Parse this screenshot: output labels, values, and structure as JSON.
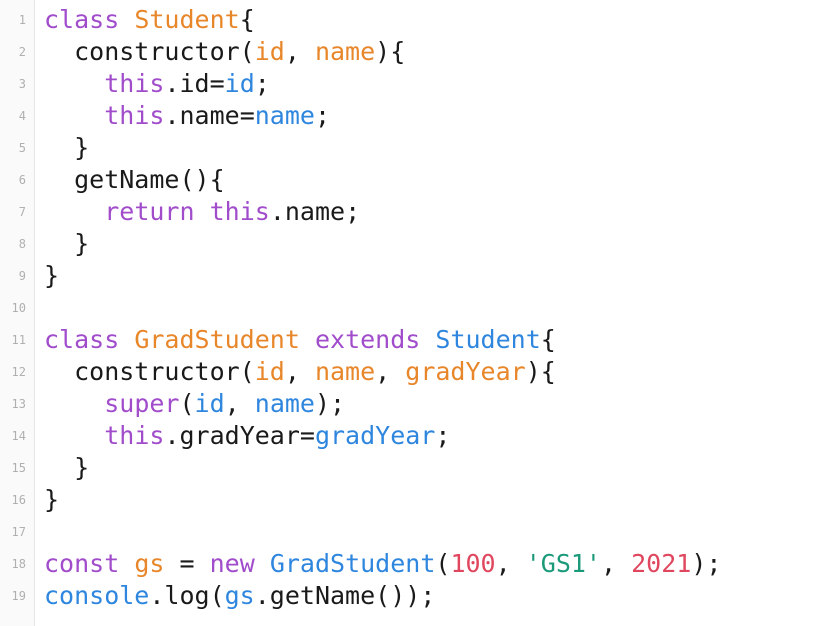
{
  "colors": {
    "keyword": "#a04ccb",
    "class_name": "#e8862a",
    "parameter": "#e8862a",
    "property": "#2e86de",
    "number": "#e0475f",
    "string": "#1b9a7a",
    "plain": "#1a1a1a",
    "line_number": "#b0b0b0"
  },
  "lines": [
    {
      "n": "1",
      "tokens": [
        {
          "t": "class",
          "k": "kw"
        },
        {
          "t": " ",
          "k": "plain"
        },
        {
          "t": "Student",
          "k": "cls"
        },
        {
          "t": "{",
          "k": "plain"
        }
      ]
    },
    {
      "n": "2",
      "tokens": [
        {
          "t": "  constructor(",
          "k": "plain"
        },
        {
          "t": "id",
          "k": "param"
        },
        {
          "t": ", ",
          "k": "plain"
        },
        {
          "t": "name",
          "k": "param"
        },
        {
          "t": "){",
          "k": "plain"
        }
      ]
    },
    {
      "n": "3",
      "tokens": [
        {
          "t": "    ",
          "k": "plain"
        },
        {
          "t": "this",
          "k": "kw"
        },
        {
          "t": ".id=",
          "k": "plain"
        },
        {
          "t": "id",
          "k": "prop"
        },
        {
          "t": ";",
          "k": "plain"
        }
      ]
    },
    {
      "n": "4",
      "tokens": [
        {
          "t": "    ",
          "k": "plain"
        },
        {
          "t": "this",
          "k": "kw"
        },
        {
          "t": ".name=",
          "k": "plain"
        },
        {
          "t": "name",
          "k": "prop"
        },
        {
          "t": ";",
          "k": "plain"
        }
      ]
    },
    {
      "n": "5",
      "tokens": [
        {
          "t": "  }",
          "k": "plain"
        }
      ]
    },
    {
      "n": "6",
      "tokens": [
        {
          "t": "  getName(){",
          "k": "plain"
        }
      ]
    },
    {
      "n": "7",
      "tokens": [
        {
          "t": "    ",
          "k": "plain"
        },
        {
          "t": "return",
          "k": "kw"
        },
        {
          "t": " ",
          "k": "plain"
        },
        {
          "t": "this",
          "k": "kw"
        },
        {
          "t": ".name;",
          "k": "plain"
        }
      ]
    },
    {
      "n": "8",
      "tokens": [
        {
          "t": "  }",
          "k": "plain"
        }
      ]
    },
    {
      "n": "9",
      "tokens": [
        {
          "t": "}",
          "k": "plain"
        }
      ]
    },
    {
      "n": "10",
      "tokens": []
    },
    {
      "n": "11",
      "tokens": [
        {
          "t": "class",
          "k": "kw"
        },
        {
          "t": " ",
          "k": "plain"
        },
        {
          "t": "GradStudent",
          "k": "cls"
        },
        {
          "t": " ",
          "k": "plain"
        },
        {
          "t": "extends",
          "k": "kw"
        },
        {
          "t": " ",
          "k": "plain"
        },
        {
          "t": "Student",
          "k": "prop"
        },
        {
          "t": "{",
          "k": "plain"
        }
      ]
    },
    {
      "n": "12",
      "tokens": [
        {
          "t": "  constructor(",
          "k": "plain"
        },
        {
          "t": "id",
          "k": "param"
        },
        {
          "t": ", ",
          "k": "plain"
        },
        {
          "t": "name",
          "k": "param"
        },
        {
          "t": ", ",
          "k": "plain"
        },
        {
          "t": "gradYear",
          "k": "param"
        },
        {
          "t": "){",
          "k": "plain"
        }
      ]
    },
    {
      "n": "13",
      "tokens": [
        {
          "t": "    ",
          "k": "plain"
        },
        {
          "t": "super",
          "k": "kw"
        },
        {
          "t": "(",
          "k": "plain"
        },
        {
          "t": "id",
          "k": "prop"
        },
        {
          "t": ", ",
          "k": "plain"
        },
        {
          "t": "name",
          "k": "prop"
        },
        {
          "t": ");",
          "k": "plain"
        }
      ]
    },
    {
      "n": "14",
      "tokens": [
        {
          "t": "    ",
          "k": "plain"
        },
        {
          "t": "this",
          "k": "kw"
        },
        {
          "t": ".gradYear=",
          "k": "plain"
        },
        {
          "t": "gradYear",
          "k": "prop"
        },
        {
          "t": ";",
          "k": "plain"
        }
      ]
    },
    {
      "n": "15",
      "tokens": [
        {
          "t": "  }",
          "k": "plain"
        }
      ]
    },
    {
      "n": "16",
      "tokens": [
        {
          "t": "}",
          "k": "plain"
        }
      ]
    },
    {
      "n": "17",
      "tokens": []
    },
    {
      "n": "18",
      "tokens": [
        {
          "t": "const",
          "k": "kw"
        },
        {
          "t": " ",
          "k": "plain"
        },
        {
          "t": "gs",
          "k": "param"
        },
        {
          "t": " = ",
          "k": "plain"
        },
        {
          "t": "new",
          "k": "kw"
        },
        {
          "t": " ",
          "k": "plain"
        },
        {
          "t": "GradStudent",
          "k": "prop"
        },
        {
          "t": "(",
          "k": "plain"
        },
        {
          "t": "100",
          "k": "num"
        },
        {
          "t": ", ",
          "k": "plain"
        },
        {
          "t": "'GS1'",
          "k": "str"
        },
        {
          "t": ", ",
          "k": "plain"
        },
        {
          "t": "2021",
          "k": "num"
        },
        {
          "t": ");",
          "k": "plain"
        }
      ]
    },
    {
      "n": "19",
      "tokens": [
        {
          "t": "console",
          "k": "prop"
        },
        {
          "t": ".log(",
          "k": "plain"
        },
        {
          "t": "gs",
          "k": "prop"
        },
        {
          "t": ".getName());",
          "k": "plain"
        }
      ]
    }
  ]
}
